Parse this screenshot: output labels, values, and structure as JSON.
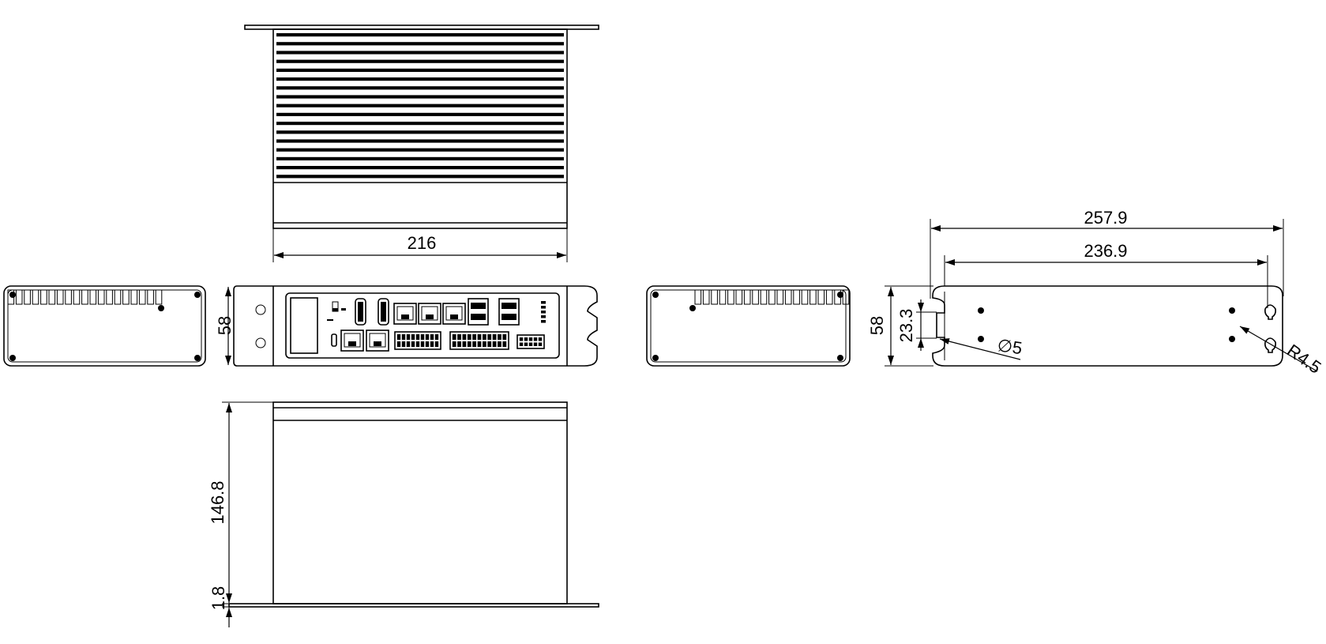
{
  "drawing": {
    "dimensions": {
      "top_width": "216",
      "front_height": "58",
      "side_height": "58",
      "overall_length": "257.9",
      "hole_spacing": "236.9",
      "slot_offset": "23.3",
      "hole_diameter": "∅5",
      "slot_radius": "R4.5",
      "bottom_depth": "146.8",
      "bracket_thickness": "1.8"
    },
    "colors": {
      "line": "#000000",
      "background": "#ffffff"
    }
  }
}
